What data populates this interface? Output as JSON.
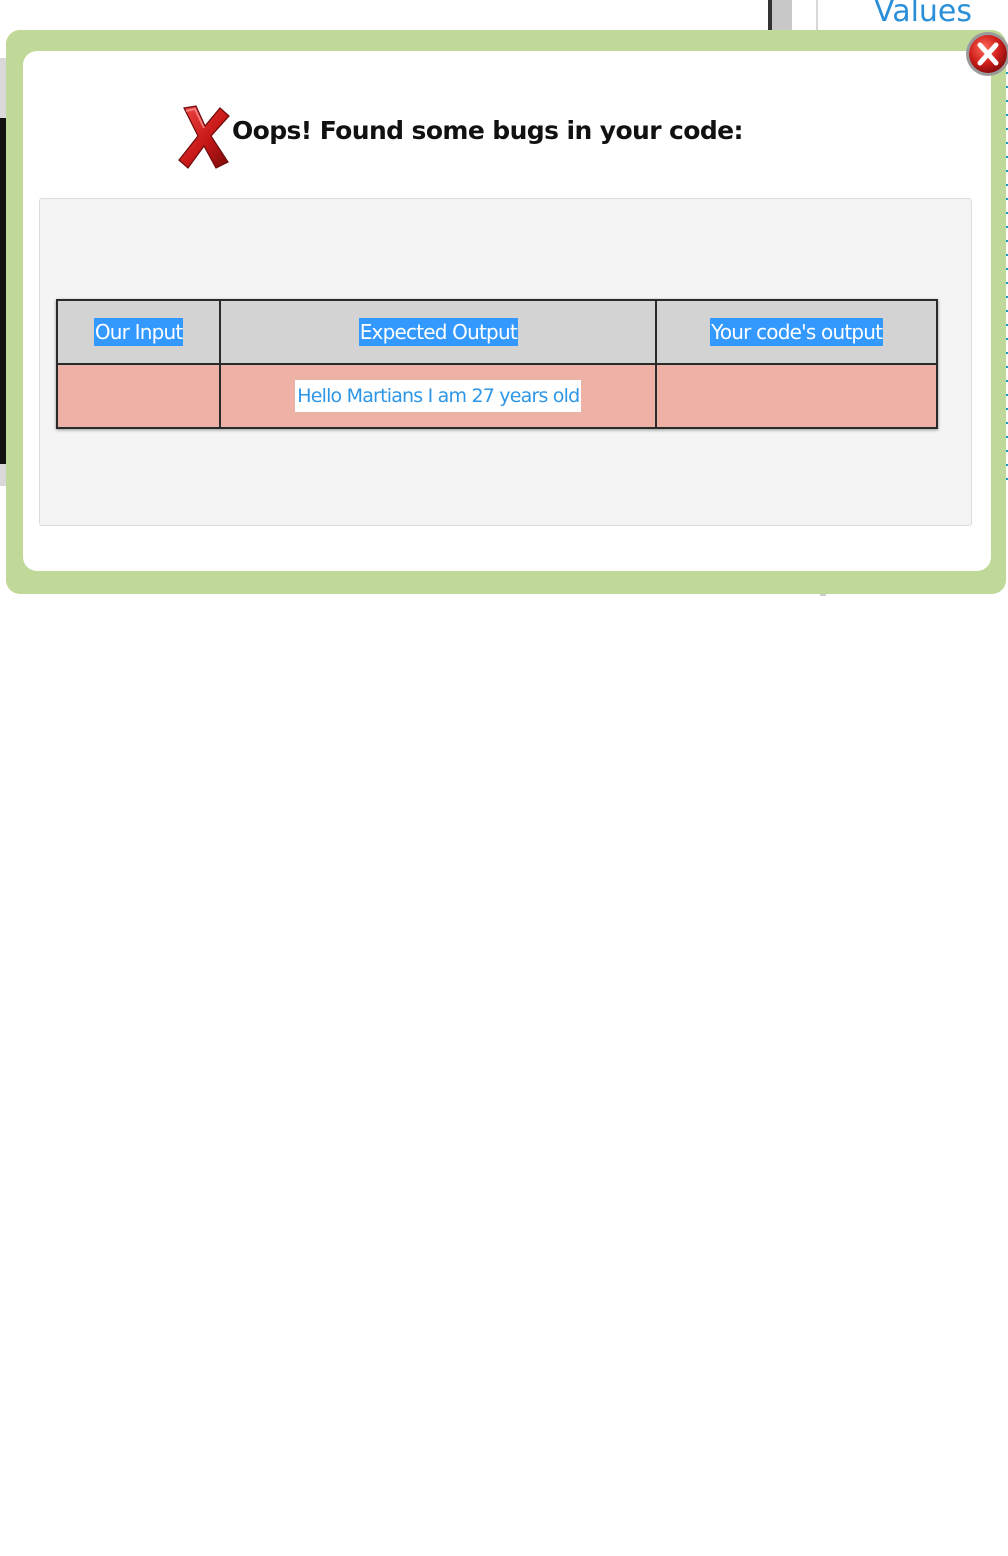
{
  "background": {
    "values_link_text": "Values"
  },
  "modal": {
    "title": "Oops! Found some bugs in your code:",
    "close_label": "x",
    "table": {
      "headers": [
        "Our Input",
        "Expected Output",
        "Your code's output"
      ],
      "rows": [
        {
          "our_input": "",
          "expected_output": "Hello Martians I am 27 years old",
          "your_output": ""
        }
      ]
    }
  },
  "colors": {
    "modal_border": "#c0d898",
    "header_cell_bg": "#d3d3d3",
    "error_row_bg": "#eeb1a5",
    "selection_highlight": "#3399ff",
    "link_blue": "#2d96e6",
    "close_button_red": "#d02020"
  },
  "icons": {
    "title_icon": "error-x-icon",
    "close_icon": "close-circle-icon"
  }
}
